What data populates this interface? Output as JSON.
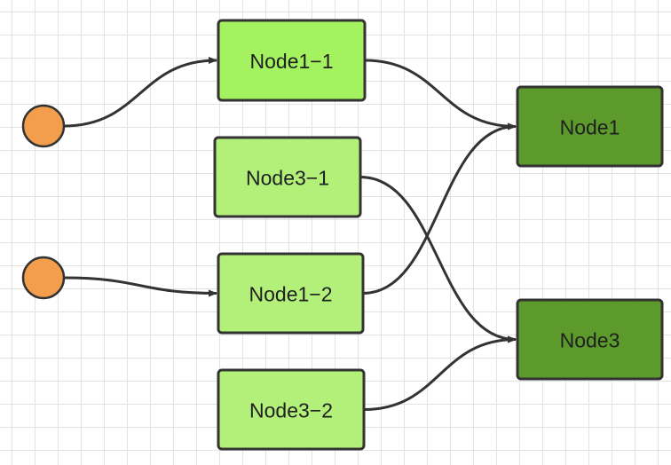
{
  "colors": {
    "start_circle": "#f29e4c",
    "light_node": "#b3f07a",
    "bright_node": "#a5f261",
    "dark_node": "#5c9b2b",
    "border": "#333333",
    "edge": "#333333"
  },
  "starts": [
    {
      "id": "start-1"
    },
    {
      "id": "start-2"
    }
  ],
  "nodes": [
    {
      "id": "node1-1",
      "label": "Node1−1",
      "style": "bright"
    },
    {
      "id": "node3-1",
      "label": "Node3−1",
      "style": "light"
    },
    {
      "id": "node1-2",
      "label": "Node1−2",
      "style": "light"
    },
    {
      "id": "node3-2",
      "label": "Node3−2",
      "style": "light"
    },
    {
      "id": "node1",
      "label": "Node1",
      "style": "dark"
    },
    {
      "id": "node3",
      "label": "Node3",
      "style": "dark"
    }
  ],
  "edges": [
    {
      "from": "start-1",
      "to": "node1-1"
    },
    {
      "from": "start-2",
      "to": "node1-2"
    },
    {
      "from": "node1-1",
      "to": "node1"
    },
    {
      "from": "node1-2",
      "to": "node1"
    },
    {
      "from": "node3-1",
      "to": "node3"
    },
    {
      "from": "node3-2",
      "to": "node3"
    }
  ]
}
